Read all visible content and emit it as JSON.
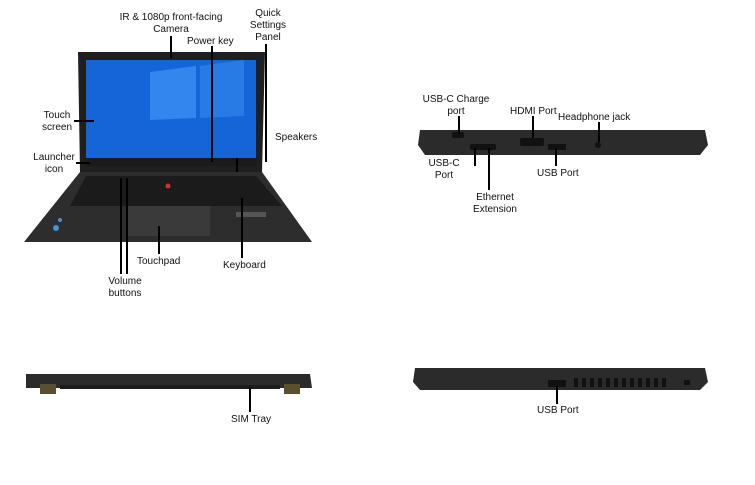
{
  "labels": {
    "camera": "IR & 1080p front-facing Camera",
    "power_key": "Power key",
    "quick_settings": "Quick Settings Panel",
    "touch_screen": "Touch screen",
    "launcher_icon": "Launcher icon",
    "speakers": "Speakers",
    "touchpad": "Touchpad",
    "keyboard": "Keyboard",
    "volume_buttons": "Volume buttons",
    "usbc_charge": "USB-C Charge port",
    "hdmi": "HDMI Port",
    "headphone": "Headphone jack",
    "usbc": "USB-C Port",
    "ethernet": "Ethernet Extension",
    "usb_port_left": "USB Port",
    "sim_tray": "SIM Tray",
    "usb_port_right": "USB Port"
  },
  "colors": {
    "chassis": "#2b2b2b",
    "screen": "#1565d8",
    "accent": "#d32f2f"
  }
}
